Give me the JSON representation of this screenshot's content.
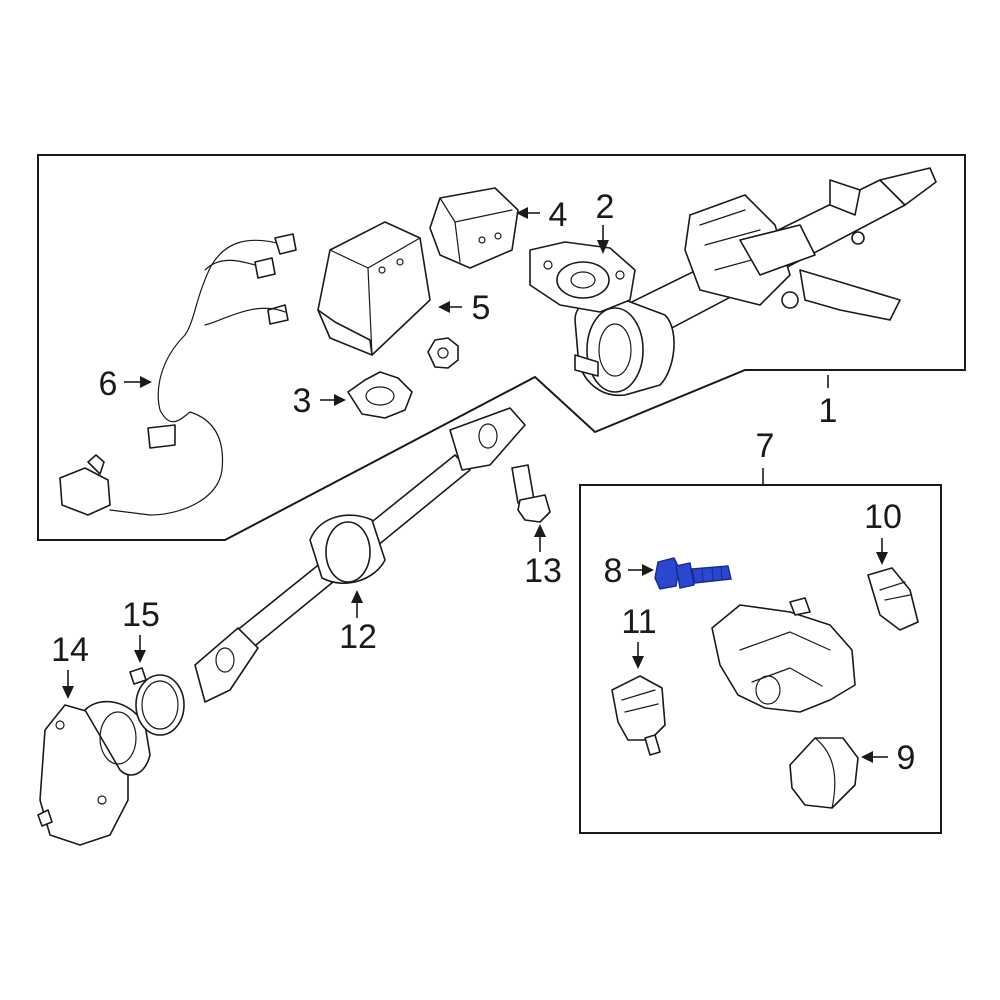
{
  "diagram": {
    "callouts": {
      "p1": "1",
      "p2": "2",
      "p3": "3",
      "p4": "4",
      "p5": "5",
      "p6": "6",
      "p7": "7",
      "p8": "8",
      "p9": "9",
      "p10": "10",
      "p11": "11",
      "p12": "12",
      "p13": "13",
      "p14": "14",
      "p15": "15"
    },
    "colors": {
      "line": "#1a1a1a",
      "highlight": "#2b47d0",
      "highlight_dark": "#142b8f",
      "background": "#ffffff"
    },
    "highlighted_part": "8"
  }
}
